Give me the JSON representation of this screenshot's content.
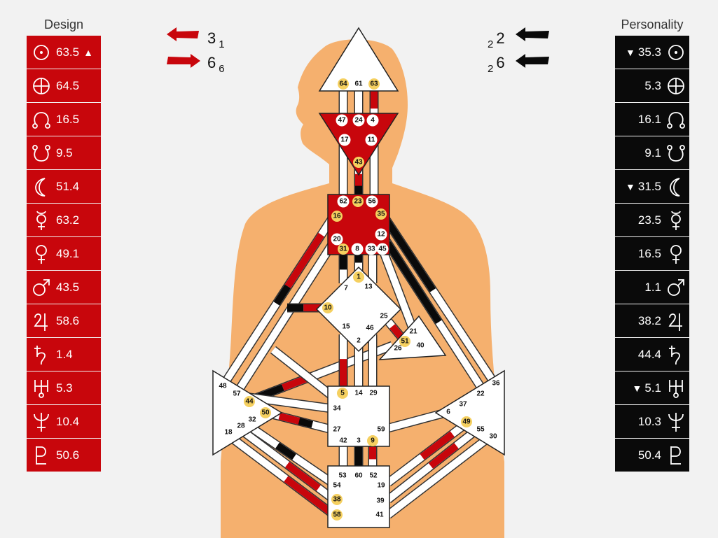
{
  "design": {
    "title": "Design",
    "rows": [
      {
        "planet": "sun-icon",
        "value": "63.5",
        "mark": "▲"
      },
      {
        "planet": "earth-icon",
        "value": "64.5",
        "mark": ""
      },
      {
        "planet": "north-node-icon",
        "value": "16.5",
        "mark": ""
      },
      {
        "planet": "south-node-icon",
        "value": "9.5",
        "mark": ""
      },
      {
        "planet": "moon-icon",
        "value": "51.4",
        "mark": ""
      },
      {
        "planet": "mercury-icon",
        "value": "63.2",
        "mark": ""
      },
      {
        "planet": "venus-icon",
        "value": "49.1",
        "mark": ""
      },
      {
        "planet": "mars-icon",
        "value": "43.5",
        "mark": ""
      },
      {
        "planet": "jupiter-icon",
        "value": "58.6",
        "mark": ""
      },
      {
        "planet": "saturn-icon",
        "value": "1.4",
        "mark": ""
      },
      {
        "planet": "uranus-icon",
        "value": "5.3",
        "mark": ""
      },
      {
        "planet": "neptune-icon",
        "value": "10.4",
        "mark": ""
      },
      {
        "planet": "pluto-icon",
        "value": "50.6",
        "mark": ""
      }
    ]
  },
  "personality": {
    "title": "Personality",
    "rows": [
      {
        "planet": "sun-icon",
        "value": "35.3",
        "mark": "▼"
      },
      {
        "planet": "earth-icon",
        "value": "5.3",
        "mark": ""
      },
      {
        "planet": "north-node-icon",
        "value": "16.1",
        "mark": ""
      },
      {
        "planet": "south-node-icon",
        "value": "9.1",
        "mark": ""
      },
      {
        "planet": "moon-icon",
        "value": "31.5",
        "mark": "▼"
      },
      {
        "planet": "mercury-icon",
        "value": "23.5",
        "mark": ""
      },
      {
        "planet": "venus-icon",
        "value": "16.5",
        "mark": ""
      },
      {
        "planet": "mars-icon",
        "value": "1.1",
        "mark": ""
      },
      {
        "planet": "jupiter-icon",
        "value": "38.2",
        "mark": ""
      },
      {
        "planet": "saturn-icon",
        "value": "44.4",
        "mark": ""
      },
      {
        "planet": "uranus-icon",
        "value": "5.1",
        "mark": "▼"
      },
      {
        "planet": "neptune-icon",
        "value": "10.3",
        "mark": ""
      },
      {
        "planet": "pluto-icon",
        "value": "50.4",
        "mark": ""
      }
    ]
  },
  "variables": {
    "design_top": {
      "main": "3",
      "sub": "1"
    },
    "design_bottom": {
      "main": "6",
      "sub": "6"
    },
    "personality_top": {
      "main": "2",
      "sub": "2"
    },
    "personality_bottom": {
      "main": "6",
      "sub": "2"
    }
  },
  "colors": {
    "design": "#c8060c",
    "personality": "#0a0a0a",
    "body": "#f5b06e",
    "defined_center": "#c8060c",
    "activated_gate": "#f5d060"
  },
  "gates": {
    "head": [
      "64",
      "61",
      "63"
    ],
    "ajna": [
      "47",
      "24",
      "4",
      "17",
      "11",
      "43"
    ],
    "throat": [
      "62",
      "23",
      "56",
      "16",
      "35",
      "12",
      "20",
      "31",
      "8",
      "33",
      "45"
    ],
    "g": [
      "1",
      "7",
      "13",
      "10",
      "25",
      "15",
      "46",
      "2"
    ],
    "heart": [
      "21",
      "51",
      "26",
      "40"
    ],
    "spleen": [
      "48",
      "57",
      "44",
      "50",
      "32",
      "28",
      "18"
    ],
    "sacral": [
      "5",
      "14",
      "29",
      "34",
      "27",
      "59",
      "42",
      "3",
      "9"
    ],
    "solar_plexus": [
      "36",
      "22",
      "37",
      "6",
      "49",
      "55",
      "30"
    ],
    "root": [
      "53",
      "60",
      "52",
      "54",
      "19",
      "38",
      "39",
      "58",
      "41"
    ]
  }
}
